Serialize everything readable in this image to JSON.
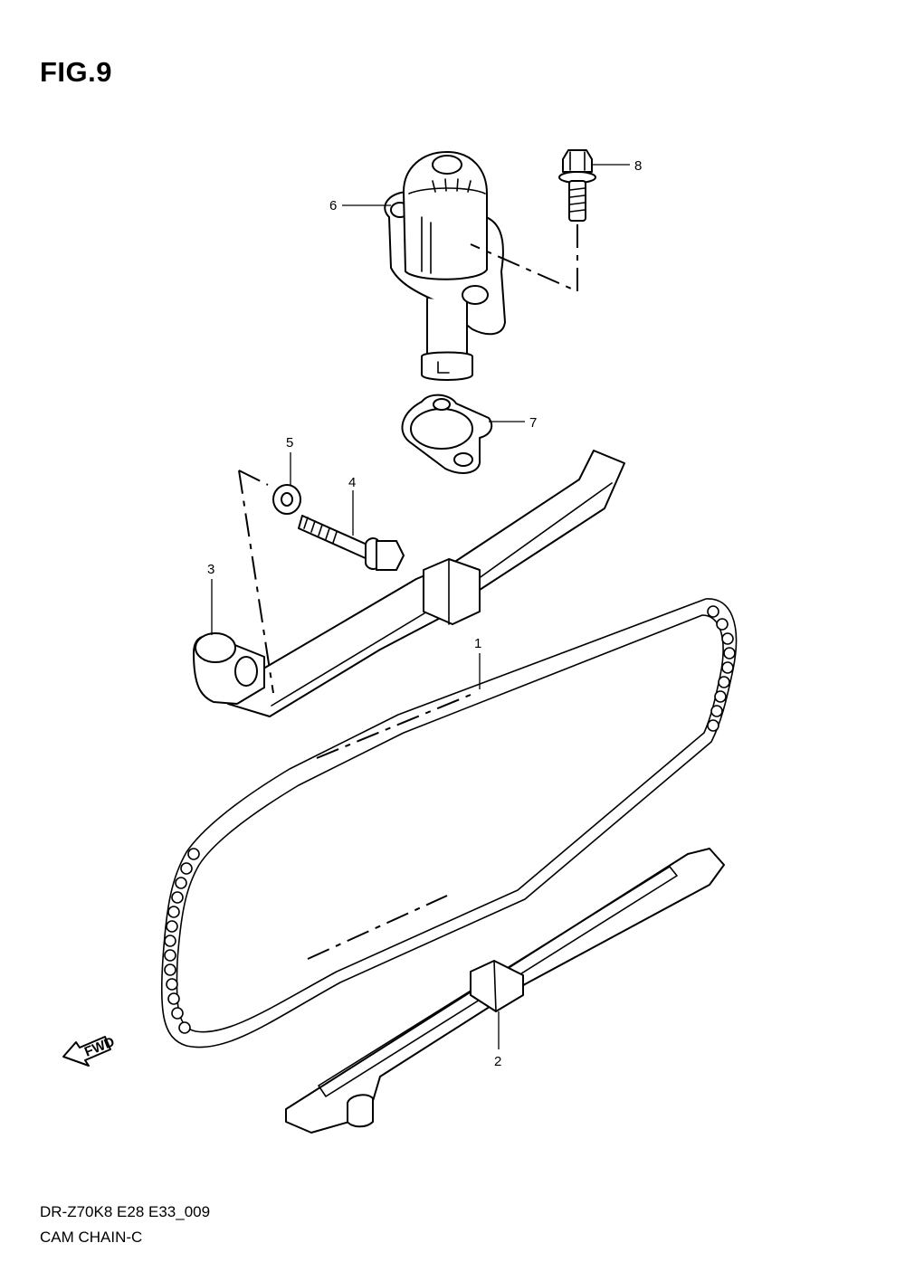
{
  "figure": {
    "title": "FIG.9",
    "code": "DR-Z70K8 E28 E33_009",
    "name": "CAM CHAIN-C"
  },
  "callouts": [
    "1",
    "2",
    "3",
    "4",
    "5",
    "6",
    "7",
    "8"
  ],
  "forward_arrow": {
    "label": "FWD",
    "icon": "forward-arrow-icon"
  }
}
